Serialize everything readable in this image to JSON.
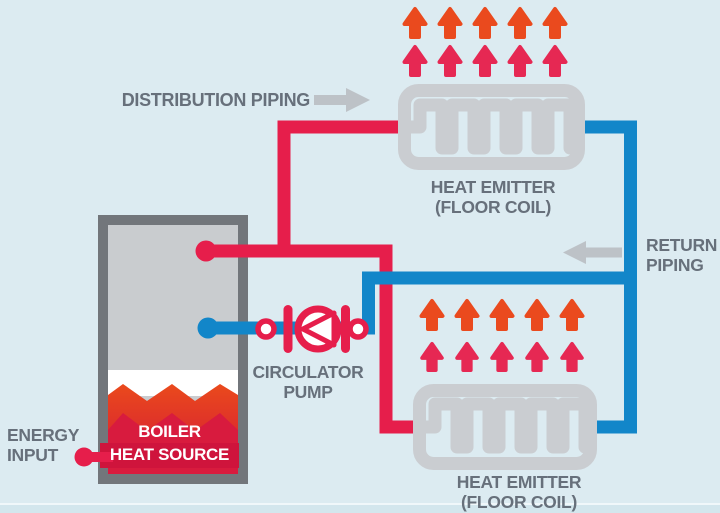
{
  "title": "Hydronic heating system diagram",
  "colors": {
    "background": "#dcebf1",
    "background_edge": "#d3e6ed",
    "background_edge_line": "#f0f7fa",
    "pipe_red": "#e61e4b",
    "pipe_blue": "#1286c9",
    "coil_gray": "#cacdd1",
    "arrow_gray": "#bdc2c7",
    "label_gray": "#67707b",
    "boiler_frame": "#72767b",
    "boiler_body": "#c9cccf",
    "flame_orange": "#ea4a1c",
    "flame_crimson": "#d21539",
    "flame_inner": "#d81b3e",
    "banner_red": "#cf143c",
    "heat_orange": "#ea4a1e",
    "heat_crimson": "#e62853",
    "text_white": "#ffffff"
  },
  "labels": {
    "distribution_piping": "DISTRIBUTION PIPING",
    "return_line1": "RETURN",
    "return_line2": "PIPING",
    "emitter_line1": "HEAT EMITTER",
    "emitter_line2": "(FLOOR COIL)",
    "pump_line1": "CIRCULATOR",
    "pump_line2": "PUMP",
    "energy_line1": "ENERGY",
    "energy_line2": "INPUT",
    "boiler_line1": "BOILER",
    "boiler_line2": "HEAT SOURCE"
  },
  "icons": {
    "heat_arrow": "upward heat arrow (5 columns x 2 rows above each floor coil)",
    "flow_arrow_right": "gray right-pointing flow arrow next to distribution piping label",
    "flow_arrow_left": "gray left-pointing flow arrow next to return piping label",
    "pump_symbol": "circle with left-pointing triangle and pipe fittings",
    "coil_symbol": "serpentine floor coil inside rounded rectangle"
  },
  "components": {
    "heat_emitters": 2,
    "heat_arrow_columns": 5,
    "heat_arrow_rows": 2
  }
}
